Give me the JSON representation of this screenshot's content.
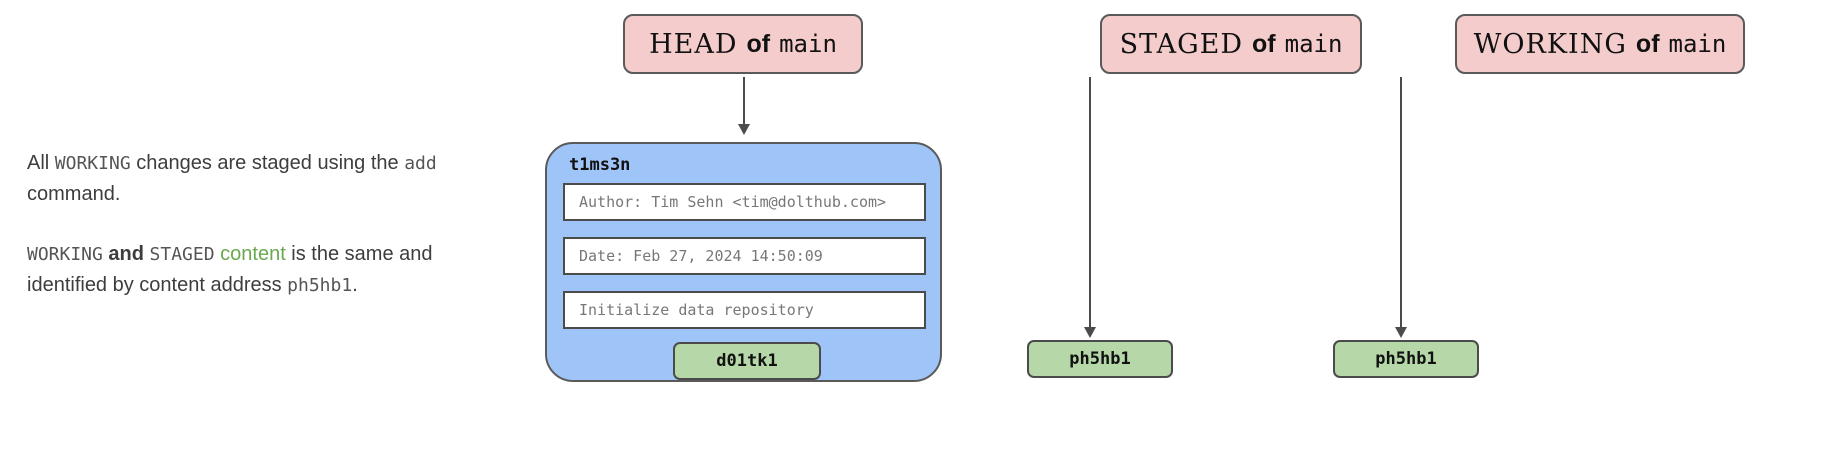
{
  "description": {
    "paragraph1": {
      "pre": "All ",
      "term1": "WORKING",
      "mid": " changes are staged using the ",
      "term2": "add",
      "post": " command."
    },
    "paragraph2": {
      "term1": "WORKING",
      "and": "and",
      "term2": "STAGED",
      "highlight": "content",
      "mid": " is the same and identified by content address ",
      "term3": "ph5hb1",
      "post": "."
    }
  },
  "pointers": [
    {
      "name": "HEAD",
      "ref": "HEAD",
      "of": "of",
      "branch": "main"
    },
    {
      "name": "STAGED",
      "ref": "STAGED",
      "of": "of",
      "branch": "main"
    },
    {
      "name": "WORKING",
      "ref": "WORKING",
      "of": "of",
      "branch": "main"
    }
  ],
  "commit": {
    "hash": "t1ms3n",
    "fields": [
      {
        "key": "author",
        "value": "Author: Tim Sehn <tim@dolthub.com>"
      },
      {
        "key": "date",
        "value": "Date: Feb 27, 2024 14:50:09"
      },
      {
        "key": "message",
        "value": "Initialize data repository"
      }
    ],
    "content_address": "d01tk1"
  },
  "badges": {
    "staged": "ph5hb1",
    "working": "ph5hb1"
  },
  "colors": {
    "pointer_box": "#f4cccc",
    "commit_card": "#9fc5f8",
    "content_badge": "#b6d7a8",
    "stroke": "#4b4b4b",
    "highlight_green": "#6aa84f"
  }
}
